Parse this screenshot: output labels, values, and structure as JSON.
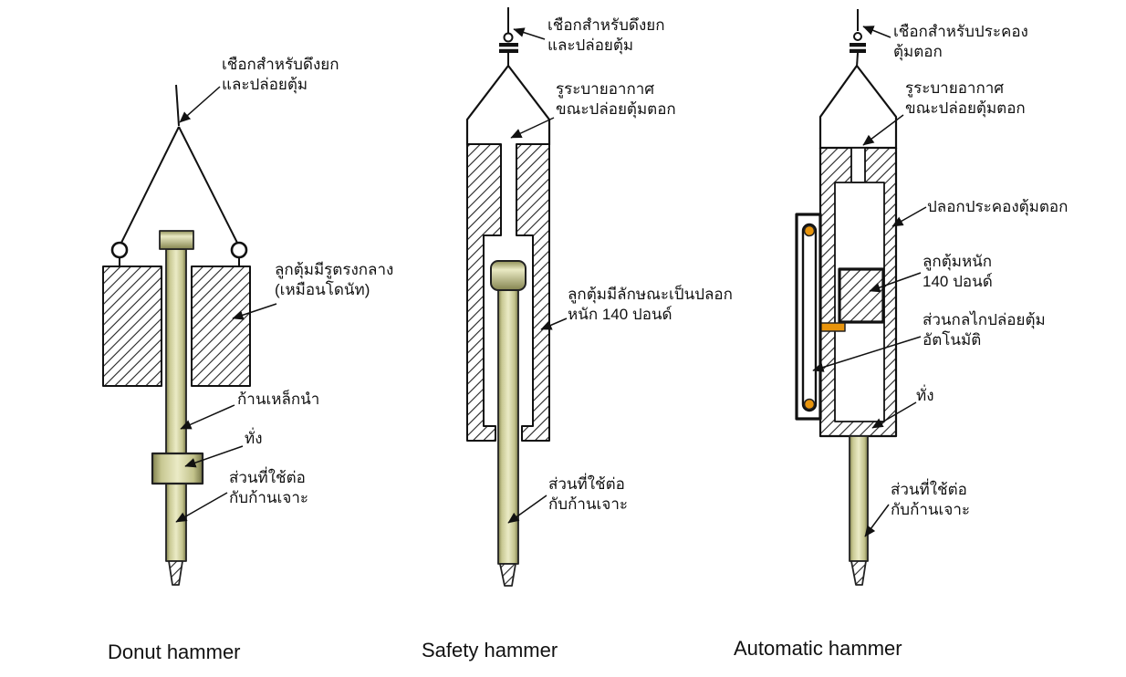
{
  "title": "SPT hammer types diagram",
  "colors": {
    "rod_khaki": "#cfcf9a",
    "accent_orange": "#e8940c",
    "line": "#1a1a1a",
    "background": "#ffffff"
  },
  "hammers": {
    "donut": {
      "caption": "Donut hammer",
      "labels": {
        "rope": "เชือกสำหรับดึงยก\nและปล่อยตุ้ม",
        "weight": "ลูกตุ้มมีรูตรงกลาง\n(เหมือนโดนัท)",
        "guide_rod": "ก้านเหล็กนำ",
        "anvil": "ทั่ง",
        "connector": "ส่วนที่ใช้ต่อ\nกับก้านเจาะ"
      }
    },
    "safety": {
      "caption": "Safety hammer",
      "labels": {
        "rope": "เชือกสำหรับดึงยก\nและปล่อยตุ้ม",
        "vent": "รูระบายอากาศ\nขณะปล่อยตุ้มตอก",
        "weight": "ลูกตุ้มมีลักษณะเป็นปลอก\nหนัก 140 ปอนด์",
        "connector": "ส่วนที่ใช้ต่อ\nกับก้านเจาะ"
      }
    },
    "automatic": {
      "caption": "Automatic hammer",
      "labels": {
        "rope": "เชือกสำหรับประคอง\nตุ้มตอก",
        "vent": "รูระบายอากาศ\nขณะปล่อยตุ้มตอก",
        "sleeve": "ปลอกประคองตุ้มตอก",
        "weight": "ลูกตุ้มหนัก\n140 ปอนด์",
        "mechanism": "ส่วนกลไกปล่อยตุ้ม\nอัตโนมัติ",
        "anvil": "ทั่ง",
        "connector": "ส่วนที่ใช้ต่อ\nกับก้านเจาะ"
      }
    }
  }
}
